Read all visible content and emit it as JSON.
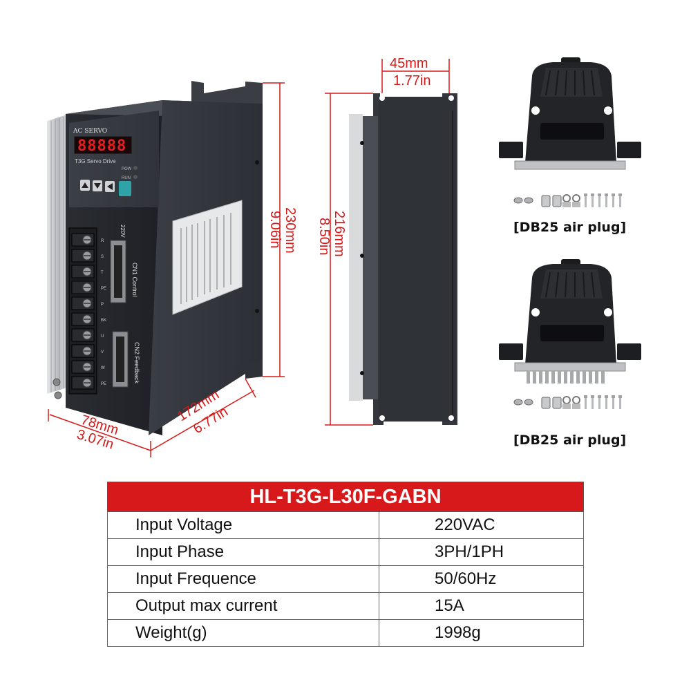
{
  "drive": {
    "brand_label": "AC SERVO",
    "model_label": "T3G Servo Drive",
    "display_digits": "88888",
    "led_labels": [
      "POW",
      "RUN"
    ],
    "voltage_label": "220V",
    "port1_label": "CN1 Control",
    "port2_label": "CN2 Feedback",
    "terminal_labels": [
      "R",
      "S",
      "T",
      "PE",
      "P",
      "BK",
      "U",
      "V",
      "W",
      "PE"
    ]
  },
  "dimensions": {
    "height_front_mm": "230mm",
    "height_front_in": "9.06in",
    "depth_mm": "172mm",
    "depth_in": "6.77in",
    "width_mm": "78mm",
    "width_in": "3.07in",
    "side_height_mm": "216mm",
    "side_height_in": "8.50in",
    "side_width_mm": "45mm",
    "side_width_in": "1.77in"
  },
  "plugs": {
    "caption_top": "[DB25 air plug]",
    "caption_bottom": "[DB25 air plug]"
  },
  "spec_table": {
    "title": "HL-T3G-L30F-GABN",
    "rows": [
      {
        "label": "Input Voltage",
        "value": "220VAC"
      },
      {
        "label": "Input Phase",
        "value": "3PH/1PH"
      },
      {
        "label": "Input Frequence",
        "value": "50/60Hz"
      },
      {
        "label": "Output max current",
        "value": "15A"
      },
      {
        "label": "Weight(g)",
        "value": "1998g"
      }
    ]
  },
  "colors": {
    "accent_red": "#d7191c",
    "body_dark": "#2b2e33",
    "heatsink_silver": "#c9cbcf",
    "display_red": "#e0201e"
  }
}
